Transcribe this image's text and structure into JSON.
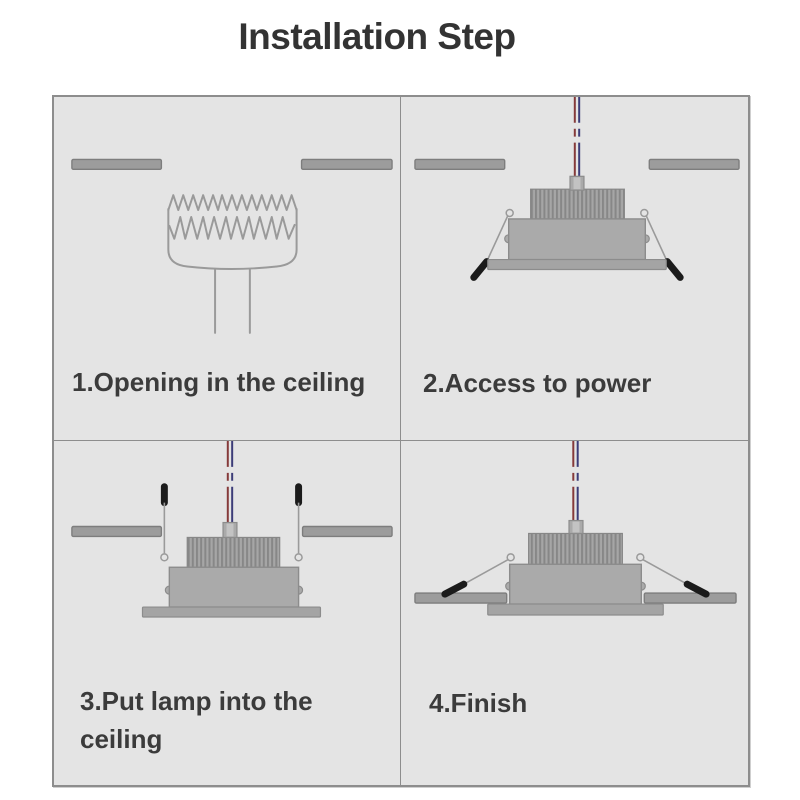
{
  "page": {
    "title": "Installation Step"
  },
  "colors": {
    "page_bg": "#ffffff",
    "title": "#333333",
    "text": "#3b3b3b",
    "panel_bg": "#e4e4e4",
    "panel_border": "#8d8d8d",
    "ceiling": "#9c9c9c",
    "ceiling_border": "#7d7d7d",
    "lamp_body": "#aaaaaa",
    "lamp_outline": "#8c8c8c",
    "heatsink": "#a6a6a6",
    "fin": "#878787",
    "flange": "#a4a4a4",
    "connector_inner": "#c3c3c3",
    "spring": "#9a9a9a",
    "tip": "#1b1b1b",
    "wire_live": "#853a3a",
    "wire_neutral": "#3c3c78",
    "saw": "#9a9a9a"
  },
  "steps": [
    {
      "number": "1",
      "label": "1.Opening in the ceiling",
      "illustration": "hole-saw-cutting-ceiling-opening"
    },
    {
      "number": "2",
      "label": "2.Access to power",
      "illustration": "downlight-above-ceiling-connecting-wires"
    },
    {
      "number": "3",
      "label": "3.Put lamp into the ceiling",
      "illustration": "downlight-inserted-spring-clips-up"
    },
    {
      "number": "4",
      "label": "4.Finish",
      "illustration": "downlight-installed-flush-clips-spread"
    }
  ]
}
